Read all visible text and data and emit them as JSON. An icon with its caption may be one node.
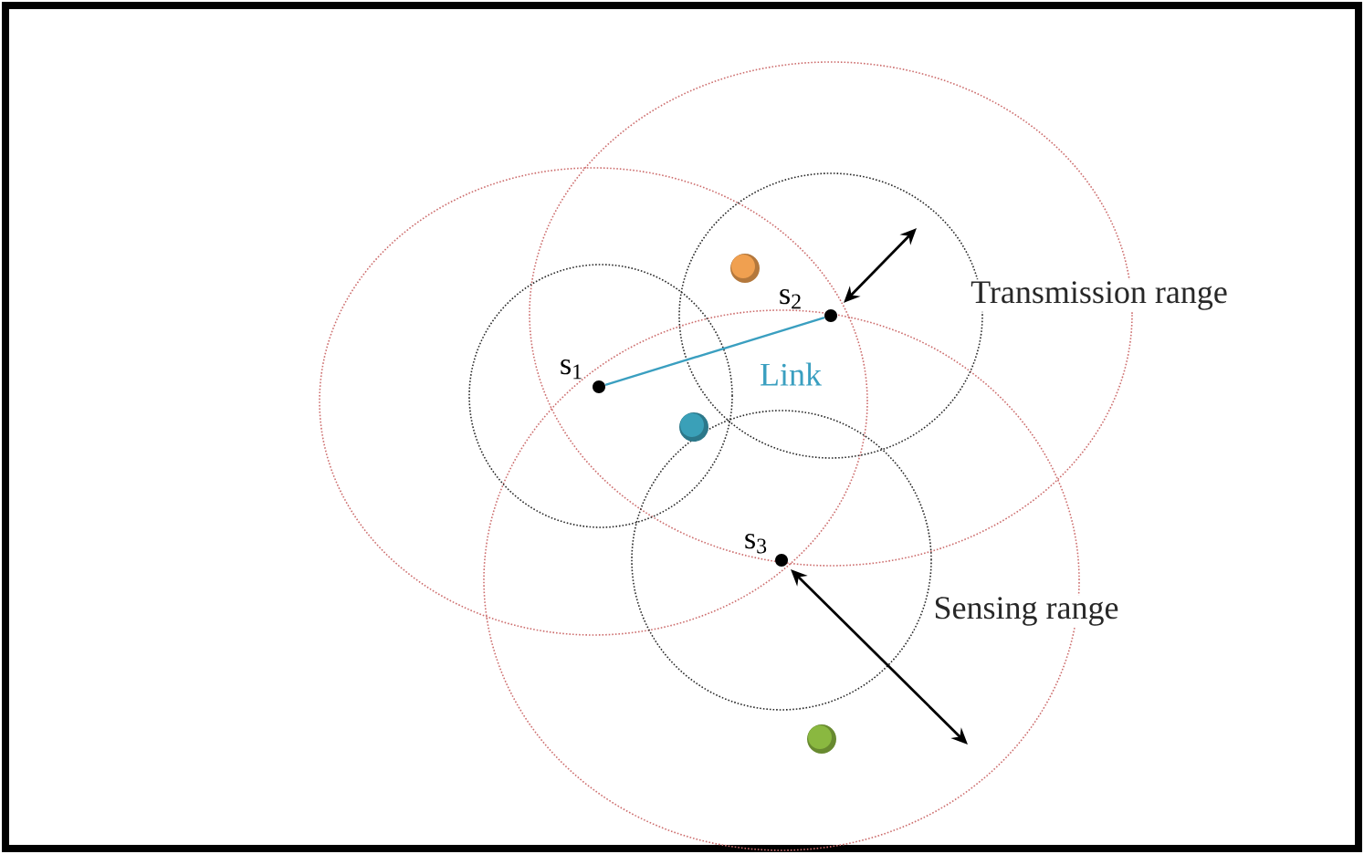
{
  "diagram": {
    "nodes": [
      {
        "text": [
          "s$_{1}$"
        ]
      },
      {
        "text": [
          "s$_{2}$"
        ]
      },
      {
        "text": [
          "s$_{3}$"
        ]
      }
    ],
    "edges": [
      {
        "from": 0,
        "to": 1,
        "arrow": "none",
        "label": "Link",
        "color": "#3a9fc0"
      }
    ],
    "labels": [
      "Transmission range",
      "Sensing range"
    ]
  }
}
